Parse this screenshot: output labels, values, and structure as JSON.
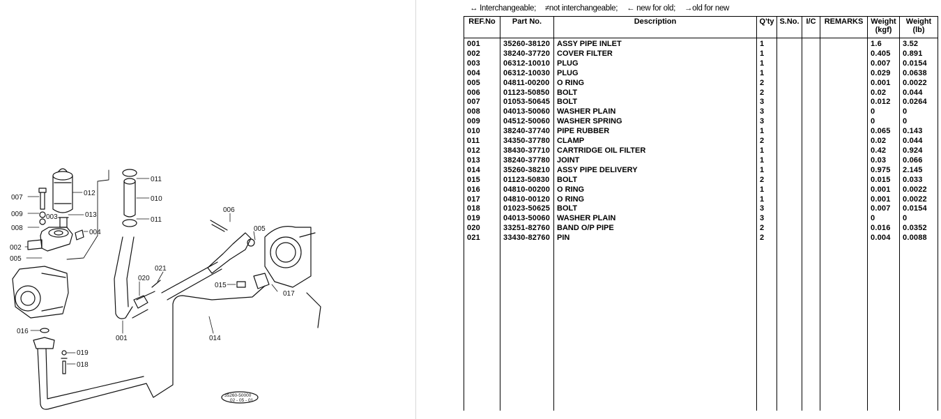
{
  "legend": {
    "interchangeable": "↔ Interchangeable;",
    "not_interchangeable": "≠not interchangeable;",
    "new_for_old": "← new for old;",
    "old_for_new": "→old for new"
  },
  "table": {
    "headers": {
      "ref": "REF.No",
      "part": "Part No.",
      "desc": "Description",
      "qty": "Q'ty",
      "sno": "S.No.",
      "ic": "I/C",
      "remarks": "REMARKS",
      "wkg": "Weight (kgf)",
      "wlb": "Weight (lb)"
    },
    "rows": [
      {
        "ref": "001",
        "part": "35260-38120",
        "desc": "ASSY PIPE INLET",
        "qty": "1",
        "wkg": "1.6",
        "wlb": "3.52"
      },
      {
        "ref": "002",
        "part": "38240-37720",
        "desc": "COVER FILTER",
        "qty": "1",
        "wkg": "0.405",
        "wlb": "0.891"
      },
      {
        "ref": "003",
        "part": "06312-10010",
        "desc": "PLUG",
        "qty": "1",
        "wkg": "0.007",
        "wlb": "0.0154"
      },
      {
        "ref": "004",
        "part": "06312-10030",
        "desc": "PLUG",
        "qty": "1",
        "wkg": "0.029",
        "wlb": "0.0638"
      },
      {
        "ref": "005",
        "part": "04811-00200",
        "desc": "O RING",
        "qty": "2",
        "wkg": "0.001",
        "wlb": "0.0022"
      },
      {
        "ref": "006",
        "part": "01123-50850",
        "desc": "BOLT",
        "qty": "2",
        "wkg": "0.02",
        "wlb": "0.044"
      },
      {
        "ref": "007",
        "part": "01053-50645",
        "desc": "BOLT",
        "qty": "3",
        "wkg": "0.012",
        "wlb": "0.0264"
      },
      {
        "ref": "008",
        "part": "04013-50060",
        "desc": "WASHER PLAIN",
        "qty": "3",
        "wkg": "0",
        "wlb": "0"
      },
      {
        "ref": "009",
        "part": "04512-50060",
        "desc": "WASHER SPRING",
        "qty": "3",
        "wkg": "0",
        "wlb": "0"
      },
      {
        "ref": "010",
        "part": "38240-37740",
        "desc": "PIPE RUBBER",
        "qty": "1",
        "wkg": "0.065",
        "wlb": "0.143"
      },
      {
        "ref": "011",
        "part": "34350-37780",
        "desc": "CLAMP",
        "qty": "2",
        "wkg": "0.02",
        "wlb": "0.044"
      },
      {
        "ref": "012",
        "part": "38430-37710",
        "desc": "CARTRIDGE OIL FILTER",
        "qty": "1",
        "wkg": "0.42",
        "wlb": "0.924"
      },
      {
        "ref": "013",
        "part": "38240-37780",
        "desc": "JOINT",
        "qty": "1",
        "wkg": "0.03",
        "wlb": "0.066"
      },
      {
        "ref": "014",
        "part": "35260-38210",
        "desc": "ASSY PIPE DELIVERY",
        "qty": "1",
        "wkg": "0.975",
        "wlb": "2.145"
      },
      {
        "ref": "015",
        "part": "01123-50830",
        "desc": "BOLT",
        "qty": "2",
        "wkg": "0.015",
        "wlb": "0.033"
      },
      {
        "ref": "016",
        "part": "04810-00200",
        "desc": "O RING",
        "qty": "1",
        "wkg": "0.001",
        "wlb": "0.0022"
      },
      {
        "ref": "017",
        "part": "04810-00120",
        "desc": "O RING",
        "qty": "1",
        "wkg": "0.001",
        "wlb": "0.0022"
      },
      {
        "ref": "018",
        "part": "01023-50625",
        "desc": "BOLT",
        "qty": "3",
        "wkg": "0.007",
        "wlb": "0.0154"
      },
      {
        "ref": "019",
        "part": "04013-50060",
        "desc": "WASHER PLAIN",
        "qty": "3",
        "wkg": "0",
        "wlb": "0"
      },
      {
        "ref": "020",
        "part": "33251-82760",
        "desc": "BAND O/P PIPE",
        "qty": "2",
        "wkg": "0.016",
        "wlb": "0.0352"
      },
      {
        "ref": "021",
        "part": "33430-82760",
        "desc": "PIN",
        "qty": "2",
        "wkg": "0.004",
        "wlb": "0.0088"
      }
    ]
  },
  "diagram": {
    "callouts": [
      "001",
      "002",
      "003",
      "004",
      "005",
      "005",
      "006",
      "007",
      "008",
      "009",
      "010",
      "011",
      "011",
      "012",
      "013",
      "014",
      "015",
      "016",
      "017",
      "018",
      "019",
      "020",
      "021"
    ],
    "stamp": [
      "35260-50000",
      "02 - 05 - 01"
    ]
  }
}
